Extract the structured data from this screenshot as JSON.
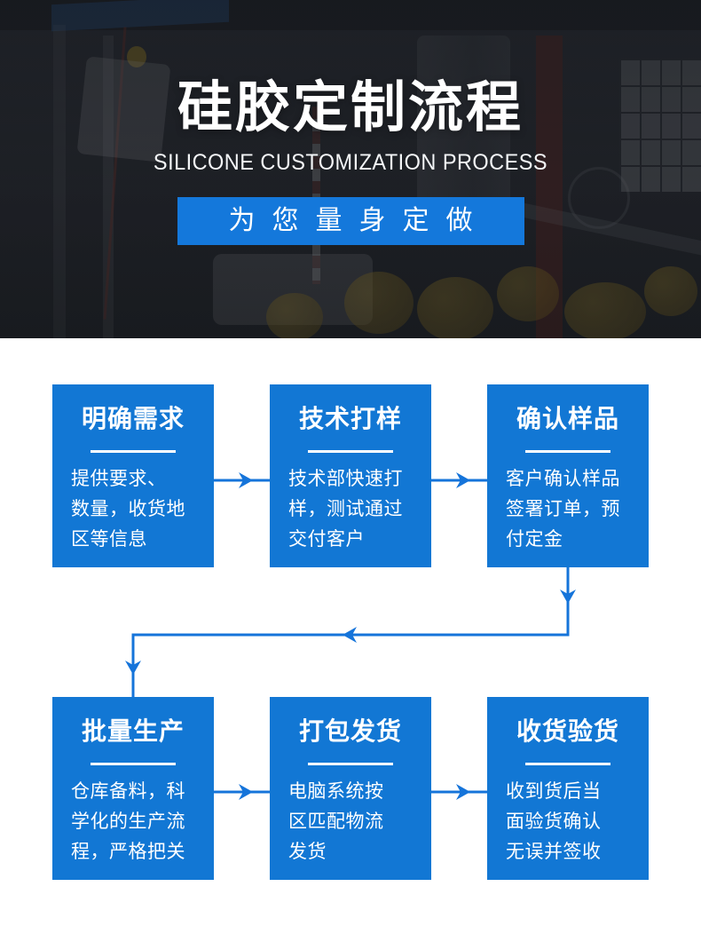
{
  "hero": {
    "title": "硅胶定制流程",
    "subtitle": "SILICONE CUSTOMIZATION PROCESS",
    "button_label": "为您量身定做"
  },
  "flow": {
    "steps": [
      {
        "title": "明确需求",
        "desc": "提供要求、\n数量，收货地\n区等信息"
      },
      {
        "title": "技术打样",
        "desc": "技术部快速打\n样，测试通过\n交付客户"
      },
      {
        "title": "确认样品",
        "desc": "客户确认样品\n签署订单，预\n付定金"
      },
      {
        "title": "批量生产",
        "desc": "仓库备料，科\n学化的生产流\n程，严格把关"
      },
      {
        "title": "打包发货",
        "desc": "电脑系统按\n区匹配物流\n发货"
      },
      {
        "title": "收货验货",
        "desc": "收到货后当\n面验货确认\n无误并签收"
      }
    ]
  },
  "colors": {
    "step_blue": "#1277d4",
    "button_blue": "#1478db",
    "arrow_blue": "#1574da",
    "text_white": "#ffffff",
    "hero_background": "#2a2d33"
  }
}
